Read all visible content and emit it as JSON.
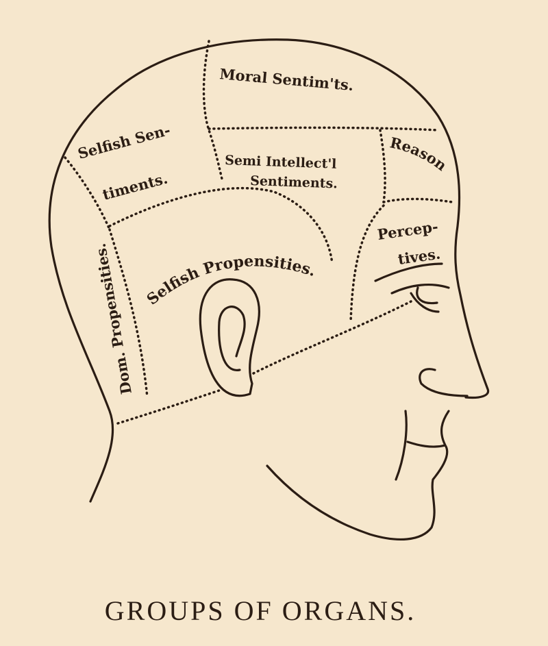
{
  "figure": {
    "caption": "GROUPS OF ORGANS.",
    "regions": {
      "moral": "Moral Sentim'ts.",
      "selfish_sent_1": "Selfish Sen-",
      "selfish_sent_2": "timents.",
      "semi_1": "Semi Intellect'l",
      "semi_2": "Sentiments.",
      "reason": "Reason",
      "percep_1": "Percep-",
      "percep_2": "tives.",
      "selfish_prop": "Selfish Propensities.",
      "dom_prop": "Dom. Propensities."
    },
    "colors": {
      "paper": "#f6e7cd",
      "ink": "#2b1d14"
    }
  }
}
